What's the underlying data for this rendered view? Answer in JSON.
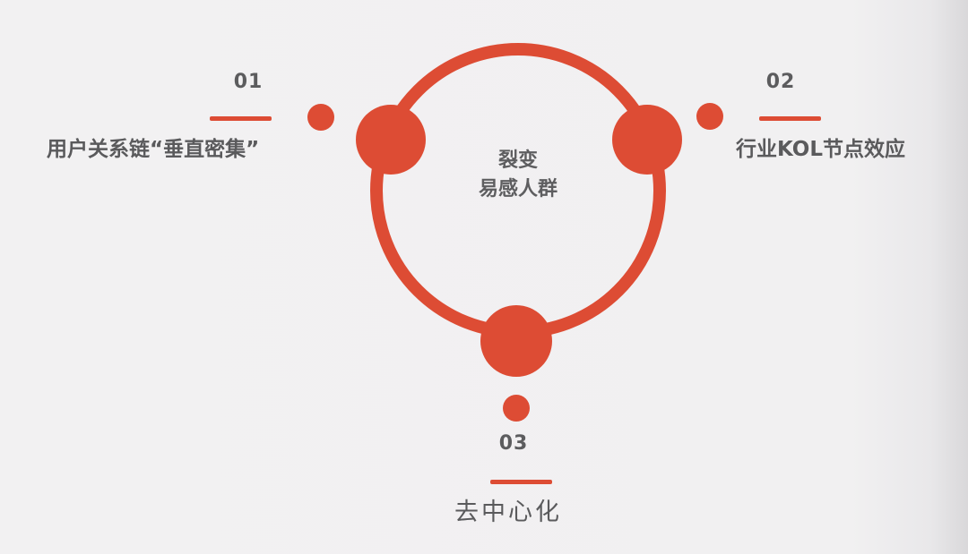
{
  "colors": {
    "accent": "#dd4c34",
    "text": "#5a5a5c",
    "background": "#f1f0f1"
  },
  "center": {
    "line1": "裂变",
    "line2": "易感人群"
  },
  "nodes": [
    {
      "number": "01",
      "label": "用户关系链“垂直密集”"
    },
    {
      "number": "02",
      "label": "行业KOL节点效应"
    },
    {
      "number": "03",
      "label": "去中心化"
    }
  ]
}
